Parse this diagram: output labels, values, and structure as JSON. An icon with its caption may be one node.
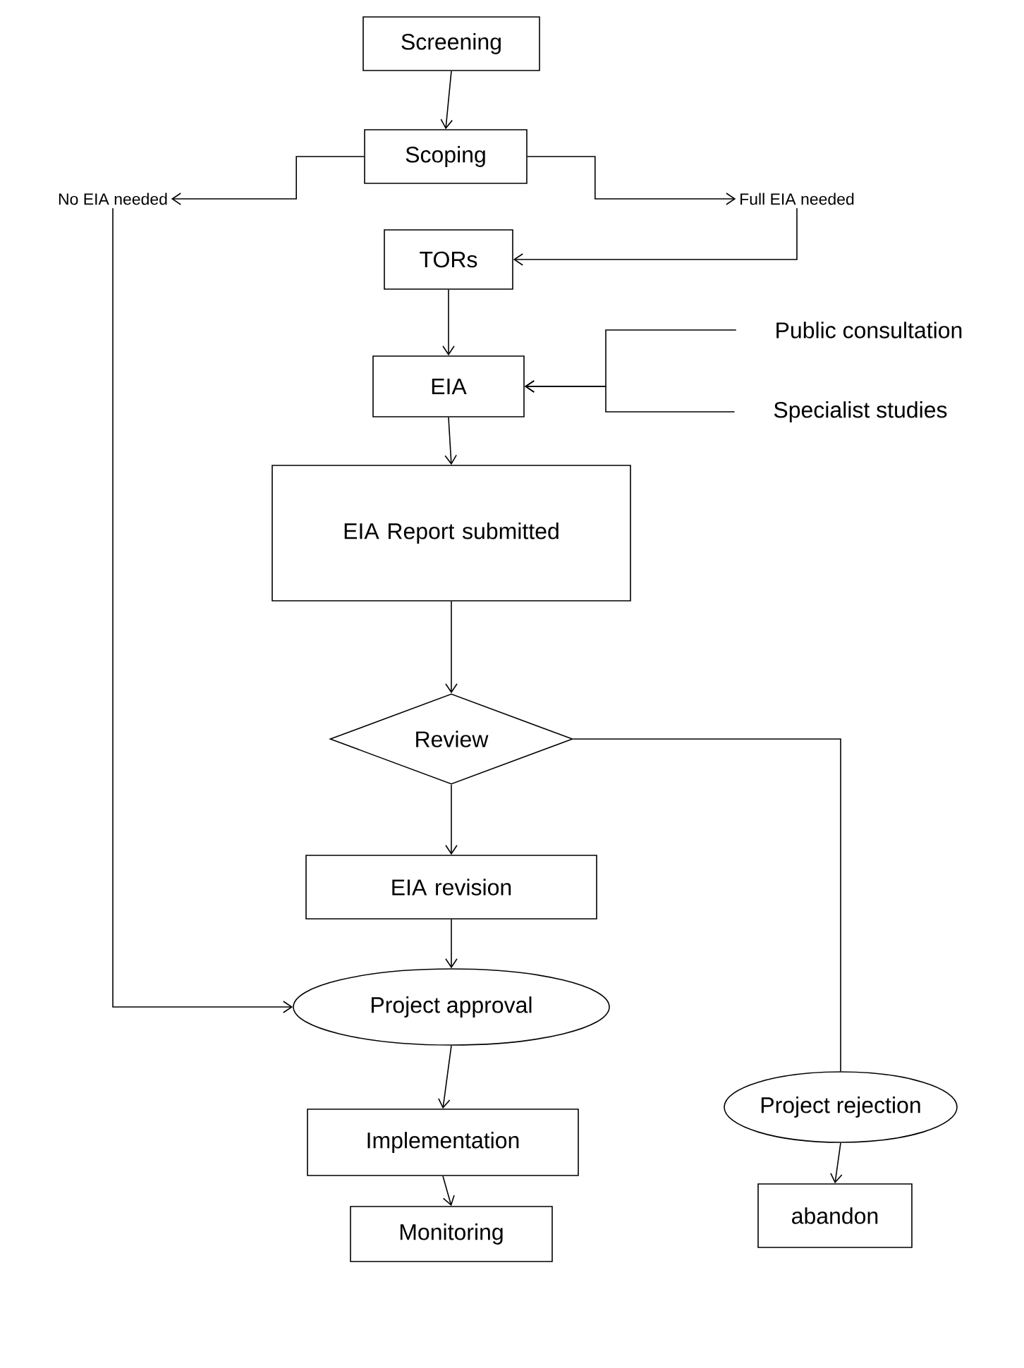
{
  "diagram": {
    "nodes": [
      {
        "text": [
          "Screening"
        ]
      },
      {
        "text": [
          "Scoping"
        ]
      },
      {
        "text": [
          "No EIA needed"
        ]
      },
      {
        "text": [
          "Full EIA needed"
        ]
      },
      {
        "text": [
          "TORs"
        ]
      },
      {
        "text": [
          "EIA"
        ]
      },
      {
        "text": [
          "Public consultation"
        ]
      },
      {
        "text": [
          "Specialist studies"
        ]
      },
      {
        "text": [
          "EIA Report submitted"
        ]
      },
      {
        "text": [
          "Review"
        ]
      },
      {
        "text": [
          "EIA revision"
        ]
      },
      {
        "text": [
          "Project approval"
        ]
      },
      {
        "text": [
          "Project rejection"
        ]
      },
      {
        "text": [
          "Implementation"
        ]
      },
      {
        "text": [
          "Monitoring"
        ]
      },
      {
        "text": [
          "abandon"
        ]
      }
    ],
    "edges": [
      {
        "from": 0,
        "to": 1,
        "arrow": "to"
      },
      {
        "from": 1,
        "to": 2,
        "arrow": "to"
      },
      {
        "from": 1,
        "to": 3,
        "arrow": "to"
      },
      {
        "from": 3,
        "to": 4,
        "arrow": "to"
      },
      {
        "from": 4,
        "to": 5,
        "arrow": "to"
      },
      {
        "from": 6,
        "to": 5,
        "arrow": "to"
      },
      {
        "from": 7,
        "to": 5,
        "arrow": "to"
      },
      {
        "from": 5,
        "to": 8,
        "arrow": "to"
      },
      {
        "from": 8,
        "to": 9,
        "arrow": "to"
      },
      {
        "from": 9,
        "to": 10,
        "arrow": "to"
      },
      {
        "from": 9,
        "to": 12,
        "arrow": "none"
      },
      {
        "from": 10,
        "to": 11,
        "arrow": "to"
      },
      {
        "from": 2,
        "to": 11,
        "arrow": "to"
      },
      {
        "from": 11,
        "to": 13,
        "arrow": "to"
      },
      {
        "from": 13,
        "to": 14,
        "arrow": "to"
      },
      {
        "from": 12,
        "to": 15,
        "arrow": "to"
      }
    ]
  }
}
